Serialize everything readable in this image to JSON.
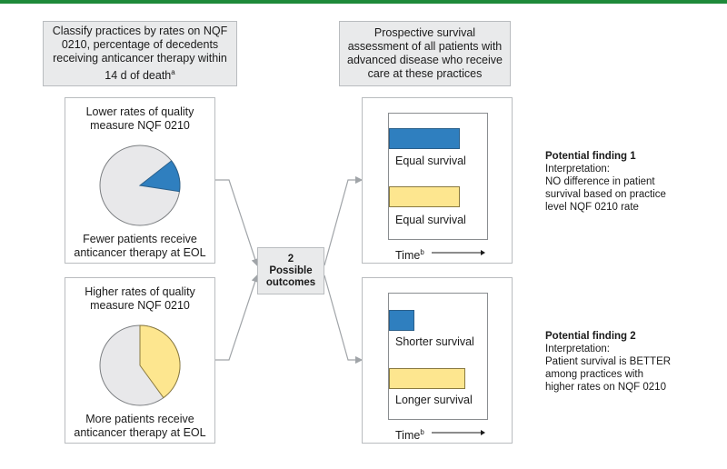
{
  "header_left": {
    "text": "Classify practices by rates on NQF 0210, percentage of decedents receiving anticancer therapy within 14 d of death",
    "sup": "a"
  },
  "header_right": {
    "text": "Prospective survival assessment of all patients with advanced disease who receive care at these practices"
  },
  "panel_lower": {
    "title_line1": "Lower rates of quality",
    "title_line2": "measure NQF 0210",
    "caption_line1": "Fewer patients receive",
    "caption_line2": "anticancer therapy at EOL",
    "pie_fraction": 0.13
  },
  "panel_higher": {
    "title_line1": "Higher rates of quality",
    "title_line2": "measure NQF 0210",
    "caption_line1": "More patients receive",
    "caption_line2": "anticancer therapy at EOL",
    "pie_fraction": 0.4
  },
  "hub": {
    "line1": "2",
    "line2": "Possible",
    "line3": "outcomes"
  },
  "outcome1": {
    "bar_top_label": "Equal survival",
    "bar_top_fraction": 0.72,
    "bar_bottom_label": "Equal survival",
    "bar_bottom_fraction": 0.72,
    "time_label": "Time",
    "time_sup": "b"
  },
  "outcome2": {
    "bar_top_label": "Shorter survival",
    "bar_top_fraction": 0.26,
    "bar_bottom_label": "Longer survival",
    "bar_bottom_fraction": 0.78,
    "time_label": "Time",
    "time_sup": "b"
  },
  "finding1": {
    "title": "Potential finding 1",
    "line1": "Interpretation:",
    "line2": "NO difference in patient",
    "line3": "survival based on practice",
    "line4": "level NQF 0210 rate"
  },
  "finding2": {
    "title": "Potential finding 2",
    "line1": "Interpretation:",
    "line2": "Patient survival is BETTER",
    "line3": "among practices with",
    "line4": "higher rates on NQF 0210"
  },
  "colors": {
    "accent_green": "#1e8a3a",
    "blue": "#2f7fbf",
    "yellow": "#fde68f",
    "pie_gray": "#e8e8ea",
    "box_gray": "#e9eaeb"
  }
}
